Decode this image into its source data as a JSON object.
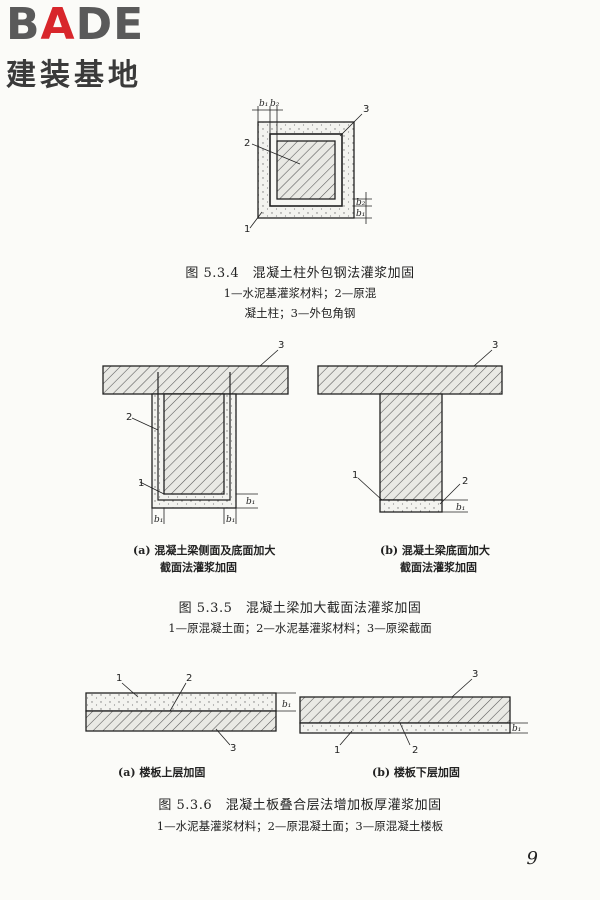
{
  "logo": {
    "word": "BADE",
    "sub": "建装基地"
  },
  "fig534": {
    "caption": "图 5.3.4　混凝土柱外包钢法灌浆加固",
    "note1": "1—水泥基灌浆材料；2—原混",
    "note2": "凝土柱；3—外包角钢",
    "labels": {
      "n1": "1",
      "n2": "2",
      "n3": "3",
      "b1": "b₁",
      "b2": "b₂"
    }
  },
  "fig535": {
    "sub_a_1": "(a)  混凝土梁侧面及底面加大",
    "sub_a_2": "截面法灌浆加固",
    "sub_b_1": "(b)  混凝土梁底面加大",
    "sub_b_2": "截面法灌浆加固",
    "caption": "图 5.3.5　混凝土梁加大截面法灌浆加固",
    "note": "1—原混凝土面；2—水泥基灌浆材料；3—原梁截面",
    "labels": {
      "n1": "1",
      "n2": "2",
      "n3": "3",
      "b1": "b₁"
    }
  },
  "fig536": {
    "sub_a": "(a)  楼板上层加固",
    "sub_b": "(b)  楼板下层加固",
    "caption": "图 5.3.6　混凝土板叠合层法增加板厚灌浆加固",
    "note": "1—水泥基灌浆材料；2—原混凝土面；3—原混凝土楼板",
    "labels": {
      "n1": "1",
      "n2": "2",
      "n3": "3",
      "b1": "b₁"
    }
  },
  "page_number": "9"
}
